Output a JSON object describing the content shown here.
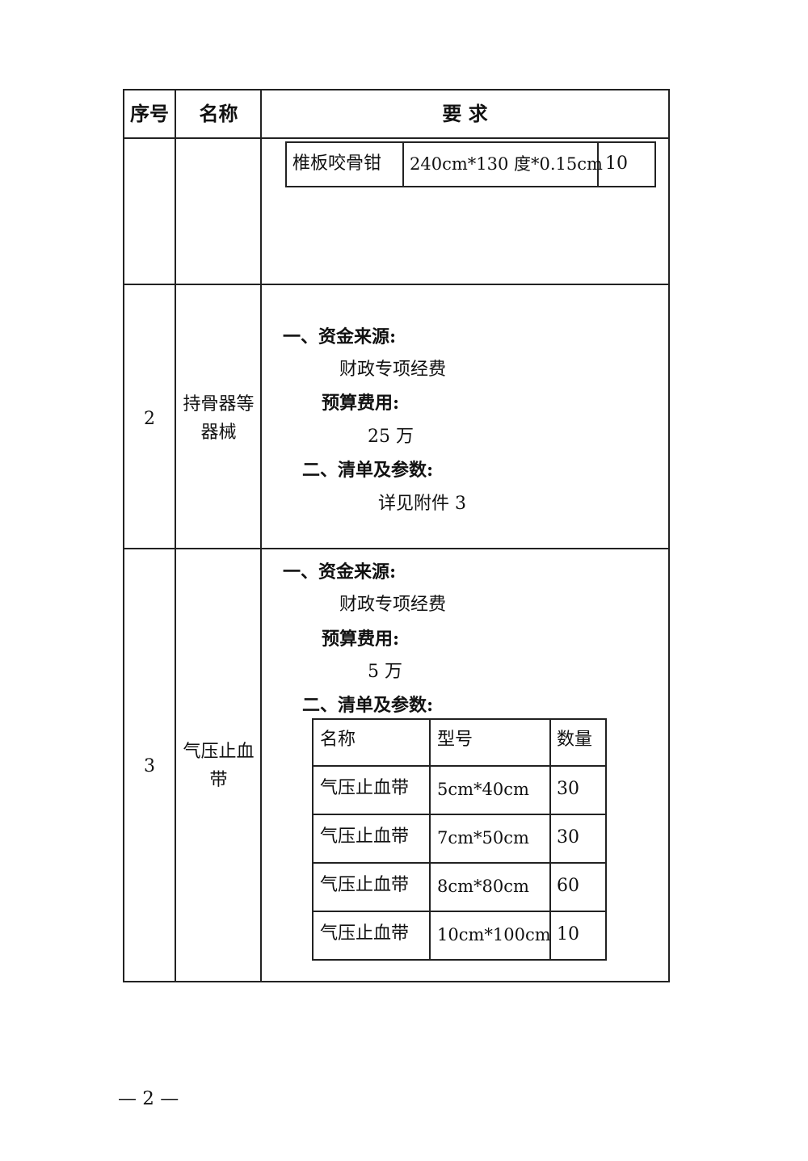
{
  "table": {
    "headers": {
      "index": "序号",
      "name": "名称",
      "requirement": "要 求"
    },
    "row1": {
      "subtable": [
        [
          "椎板咬骨钳",
          "240cm*130 度*0.15cm",
          "10"
        ]
      ]
    },
    "row2": {
      "index": "2",
      "name_line1": "持骨器等",
      "name_line2": "器械",
      "funding_label": "一、资金来源:",
      "funding_value": "财政专项经费",
      "budget_label": "预算费用:",
      "budget_value": "25 万",
      "list_label": "二、清单及参数:",
      "list_value": "详见附件 3"
    },
    "row3": {
      "index": "3",
      "name_line1": "气压止血",
      "name_line2": "带",
      "funding_label": "一、资金来源:",
      "funding_value": "财政专项经费",
      "budget_label": "预算费用:",
      "budget_value": "5 万",
      "list_label": "二、清单及参数:",
      "subtable_headers": [
        "名称",
        "型号",
        "数量"
      ],
      "subtable": [
        [
          "气压止血带",
          "5cm*40cm",
          "30"
        ],
        [
          "气压止血带",
          "7cm*50cm",
          "30"
        ],
        [
          "气压止血带",
          "8cm*80cm",
          "60"
        ],
        [
          "气压止血带",
          "10cm*100cm",
          "10"
        ]
      ]
    }
  },
  "footer": {
    "page_number": "— 2 —"
  }
}
